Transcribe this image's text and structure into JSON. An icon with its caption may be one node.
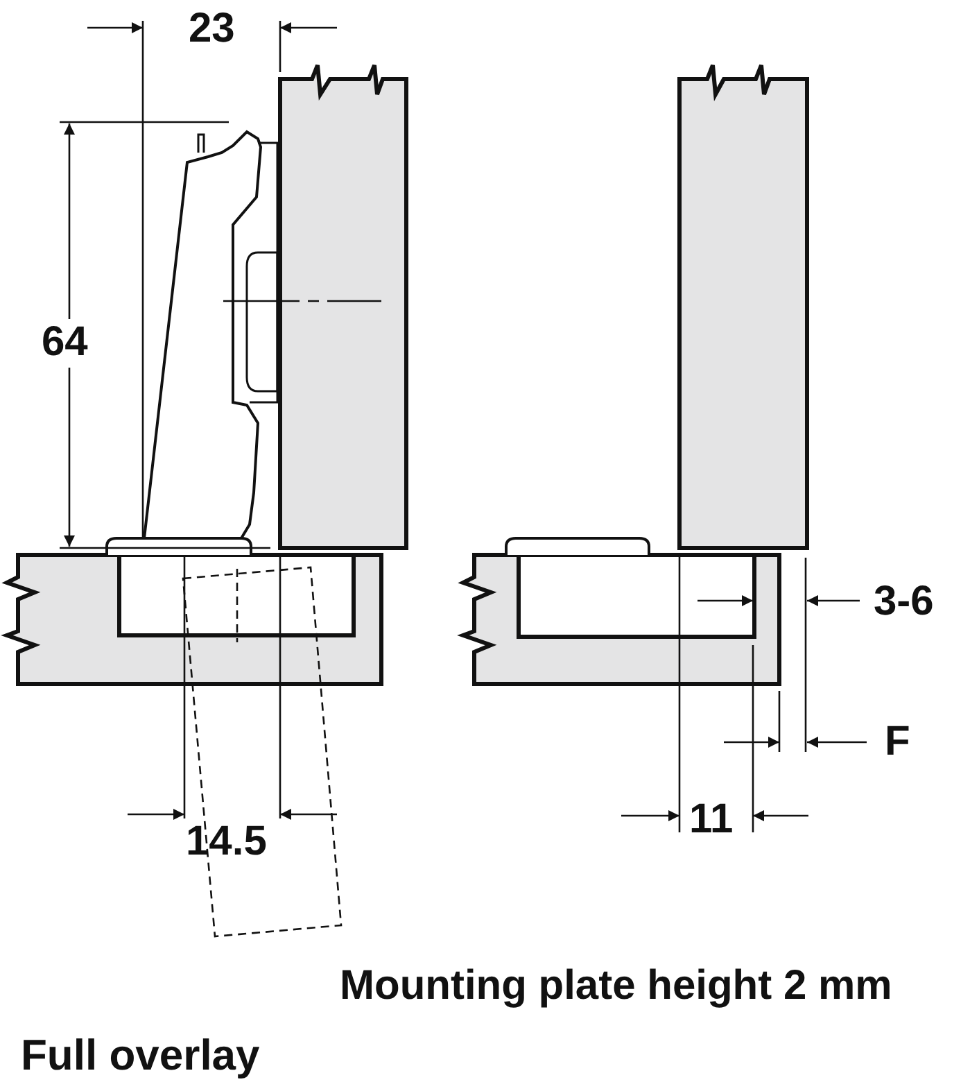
{
  "diagram": {
    "caption": "Full overlay",
    "labels": [
      "23",
      "64",
      "14.5",
      "3-6",
      "F",
      "11",
      "Mounting plate height 2 mm"
    ]
  }
}
